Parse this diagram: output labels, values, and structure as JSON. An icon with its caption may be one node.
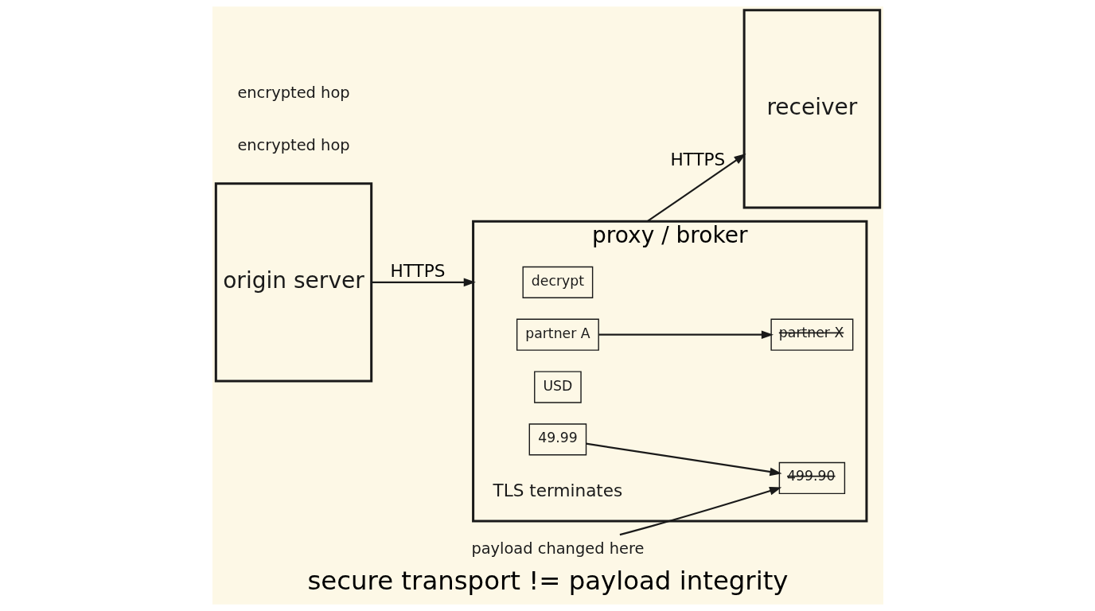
{
  "diagram": {
    "caption": "secure transport != payload integrity",
    "nodes": [
      {
        "text": [
          "origin server"
        ]
      },
      {
        "text": [
          "proxy / broker"
        ],
        "beside": [
          "TLS terminates"
        ]
      },
      {
        "text": [
          "decrypt"
        ],
        "in": 1
      },
      {
        "text": [
          "49.99"
        ],
        "in": 1
      },
      {
        "text": [
          "499.90"
        ],
        "in": 1
      },
      {
        "text": [
          "USD"
        ],
        "in": 1
      },
      {
        "text": [
          "partner A"
        ],
        "in": 1
      },
      {
        "text": [
          "partner X"
        ],
        "in": 1
      },
      {
        "text": [
          "receiver"
        ]
      },
      {
        "text": [
          "payload changed here"
        ]
      }
    ],
    "edges": [
      {
        "from": 0,
        "to": 1,
        "arrow": "to",
        "label": "HTTPS"
      },
      {
        "from": 3,
        "to": 4,
        "arrow": "to"
      },
      {
        "from": 6,
        "to": 7,
        "arrow": "to"
      },
      {
        "from": 9,
        "to": 4,
        "arrow": "to"
      },
      {
        "from": 1,
        "to": 8,
        "arrow": "to",
        "label": "HTTPS"
      }
    ],
    "labels": [
      "encrypted hop",
      "encrypted hop"
    ]
  }
}
